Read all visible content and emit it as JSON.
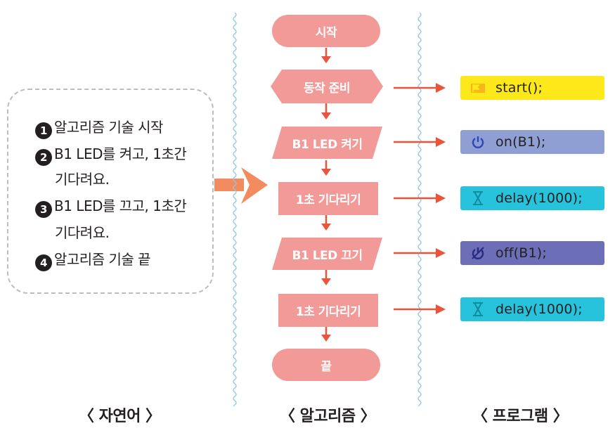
{
  "natural_language": {
    "steps": [
      {
        "num": "1",
        "text": "알고리즘 기술 시작"
      },
      {
        "num": "2",
        "text": "B1 LED를 켜고, 1초간"
      },
      {
        "num": "",
        "text": "기다려요."
      },
      {
        "num": "3",
        "text": "B1 LED를 끄고, 1초간"
      },
      {
        "num": "",
        "text": "기다려요."
      },
      {
        "num": "4",
        "text": "알고리즘 기술 끝"
      }
    ]
  },
  "flowchart": {
    "start": "시작",
    "prep": "동작 준비",
    "led_on": "B1 LED 켜기",
    "wait1": "1초 기다리기",
    "led_off": "B1 LED 끄기",
    "wait2": "1초 기다리기",
    "end": "끝"
  },
  "program": {
    "lines": [
      {
        "code": "start();",
        "icon": "flag-icon",
        "color": "#fde81a"
      },
      {
        "code": "on(B1);",
        "icon": "power-icon",
        "color": "#8f9fd3"
      },
      {
        "code": "delay(1000);",
        "icon": "hourglass-icon",
        "color": "#27c3dc"
      },
      {
        "code": "off(B1);",
        "icon": "power-off-icon",
        "color": "#6d6eb8"
      },
      {
        "code": "delay(1000);",
        "icon": "hourglass-icon",
        "color": "#27c3dc"
      }
    ]
  },
  "captions": {
    "natural": "〈 자연어 〉",
    "algorithm": "〈 알고리즘 〉",
    "program": "〈 프로그램 〉"
  },
  "colors": {
    "shape_fill": "#f29a98",
    "arrow": "#e8553a",
    "big_arrow": "#f28c5e",
    "divider": "#8fc6e8"
  }
}
